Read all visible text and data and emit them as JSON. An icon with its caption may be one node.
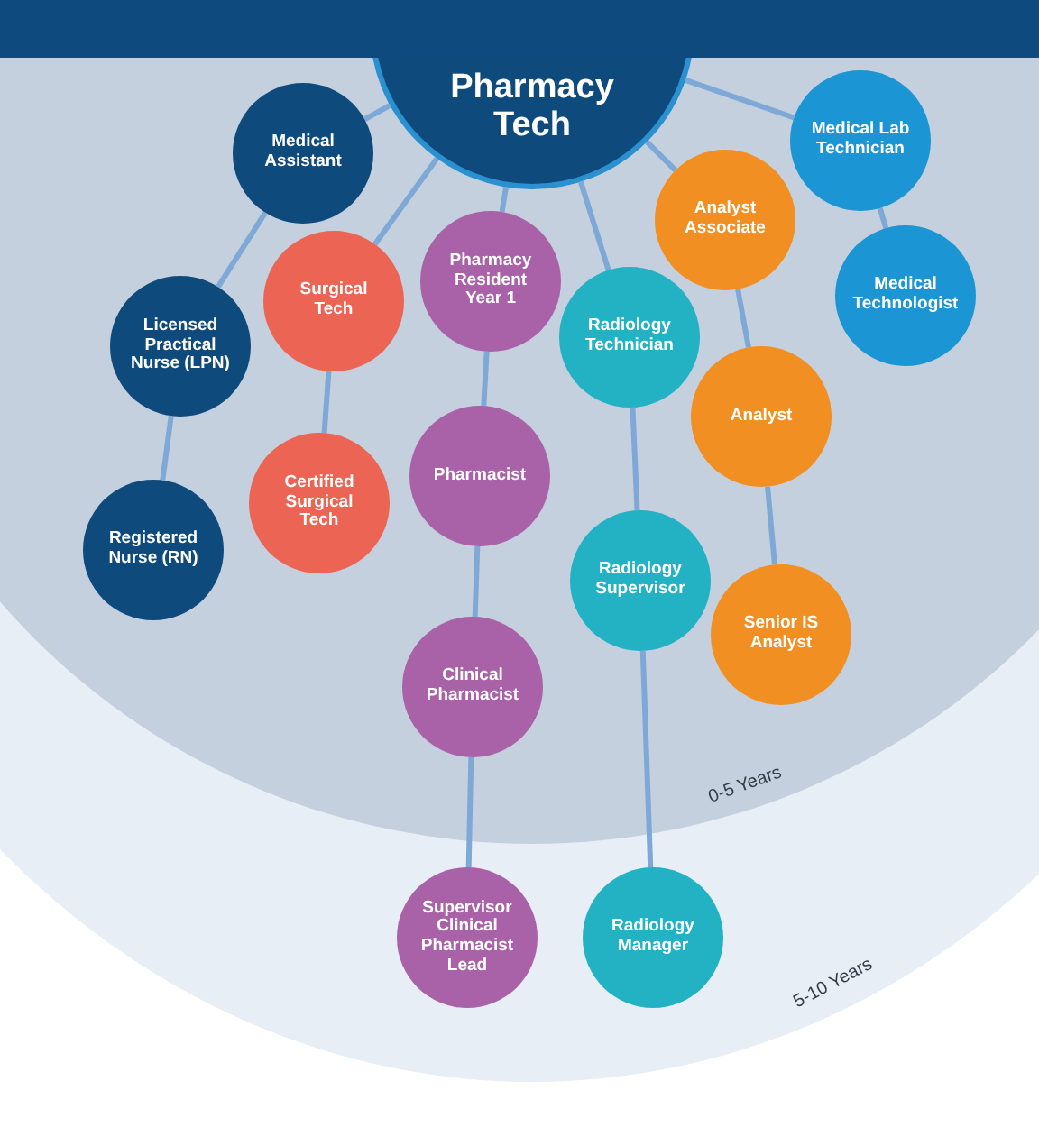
{
  "diagram": {
    "nodes": [
      {
        "text": [
          "Pharmacy Tech"
        ]
      },
      {
        "text": [
          "Medical Assistant"
        ]
      },
      {
        "text": [
          "Medical Lab Technician"
        ]
      },
      {
        "text": [
          "Licensed Practical Nurse (LPN)"
        ]
      },
      {
        "text": [
          "Surgical Tech"
        ]
      },
      {
        "text": [
          "Pharmacy Resident Year 1"
        ]
      },
      {
        "text": [
          "Analyst Associate"
        ]
      },
      {
        "text": [
          "Medical Technologist"
        ]
      },
      {
        "text": [
          "Radiology Technician"
        ]
      },
      {
        "text": [
          "Registered Nurse (RN)"
        ]
      },
      {
        "text": [
          "Certified Surgical Tech"
        ]
      },
      {
        "text": [
          "Pharmacist"
        ]
      },
      {
        "text": [
          "Analyst"
        ]
      },
      {
        "text": [
          "Radiology Supervisor"
        ]
      },
      {
        "text": [
          "Senior IS Analyst"
        ]
      },
      {
        "text": [
          "Clinical Pharmacist"
        ]
      },
      {
        "text": [
          "Supervisor Clinical Pharmacist Lead"
        ]
      },
      {
        "text": [
          "Radiology Manager"
        ]
      }
    ],
    "edges": [
      {
        "from": 0,
        "to": 1,
        "arrow": "none"
      },
      {
        "from": 0,
        "to": 2,
        "arrow": "none"
      },
      {
        "from": 0,
        "to": 4,
        "arrow": "none"
      },
      {
        "from": 0,
        "to": 5,
        "arrow": "none"
      },
      {
        "from": 0,
        "to": 6,
        "arrow": "none"
      },
      {
        "from": 0,
        "to": 8,
        "arrow": "none"
      },
      {
        "from": 1,
        "to": 3,
        "arrow": "none"
      },
      {
        "from": 3,
        "to": 9,
        "arrow": "none"
      },
      {
        "from": 4,
        "to": 10,
        "arrow": "none"
      },
      {
        "from": 5,
        "to": 11,
        "arrow": "none"
      },
      {
        "from": 11,
        "to": 15,
        "arrow": "none"
      },
      {
        "from": 15,
        "to": 16,
        "arrow": "none"
      },
      {
        "from": 8,
        "to": 13,
        "arrow": "none"
      },
      {
        "from": 13,
        "to": 17,
        "arrow": "none"
      },
      {
        "from": 6,
        "to": 12,
        "arrow": "none"
      },
      {
        "from": 12,
        "to": 14,
        "arrow": "none"
      },
      {
        "from": 2,
        "to": 7,
        "arrow": "none"
      }
    ],
    "labels": [
      "0-5 Years",
      "5-10 Years"
    ]
  }
}
